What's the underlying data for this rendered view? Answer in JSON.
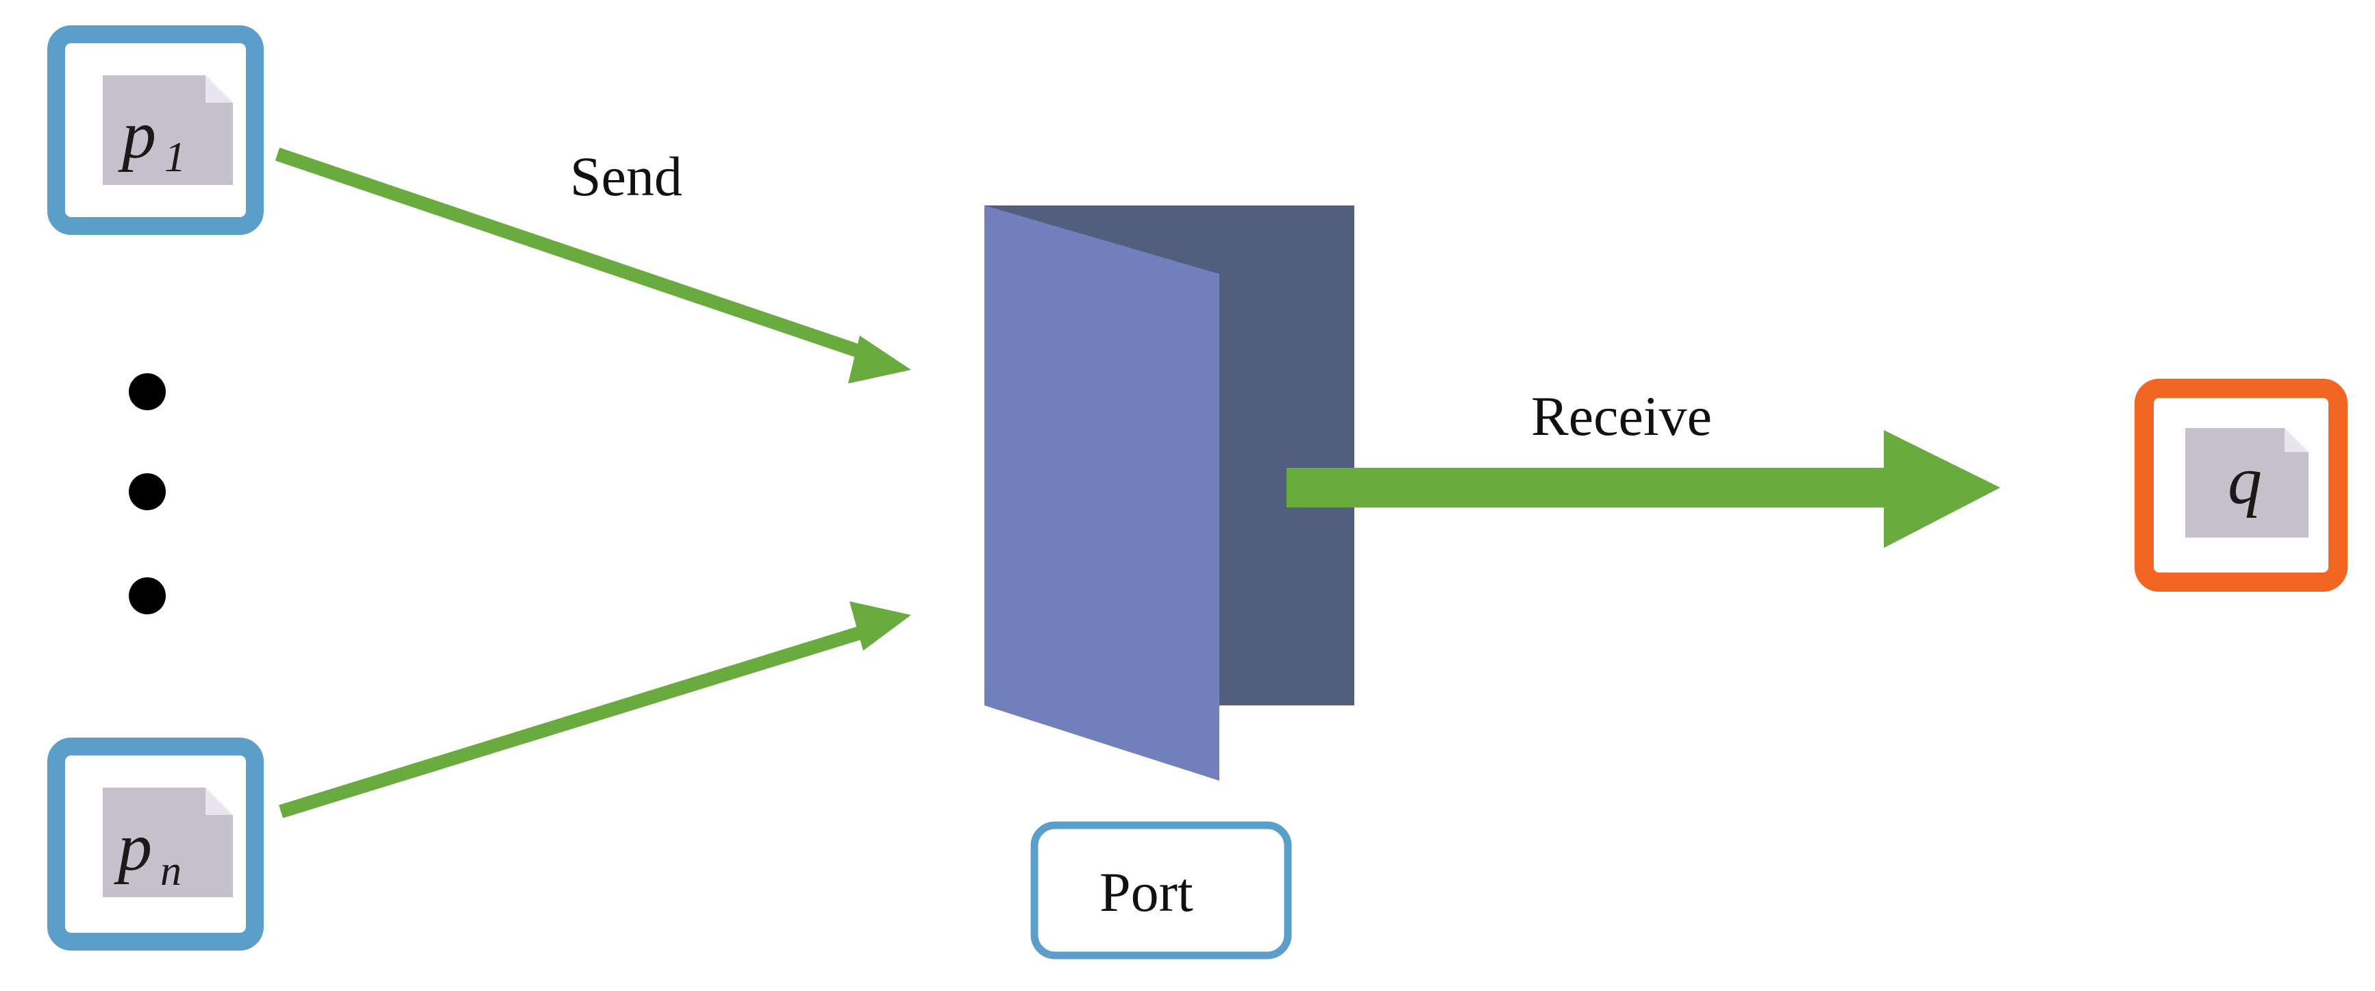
{
  "diagram": {
    "colors": {
      "sender_border": "#5b9ec9",
      "receiver_border": "#f26522",
      "doc_fill": "#c5c0cb",
      "arrow": "#6aab3f",
      "door_front": "#7180bd",
      "door_back": "#525e7e",
      "port_box_border": "#5b9ec9",
      "dots": "#000000"
    },
    "nodes": {
      "sender_top": {
        "label": "p",
        "sub": "1"
      },
      "sender_bottom": {
        "label": "p",
        "sub": "n"
      },
      "receiver": {
        "label": "q"
      }
    },
    "edges": {
      "send_label": "Send",
      "receive_label": "Receive"
    },
    "port": {
      "caption": "Port"
    }
  }
}
